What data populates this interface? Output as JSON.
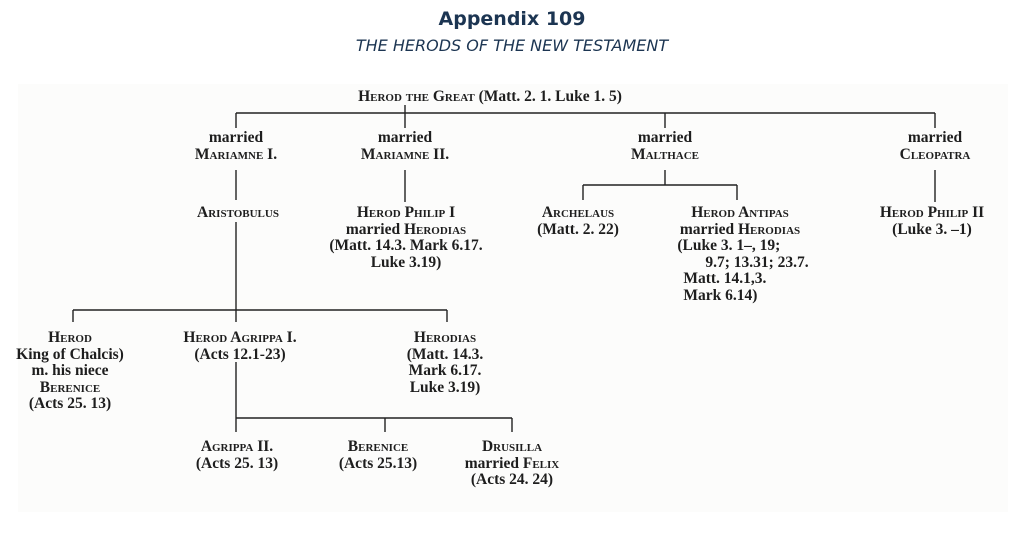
{
  "header": {
    "title": "Appendix 109",
    "subtitle": "THE HERODS OF THE NEW TESTAMENT"
  },
  "tree": {
    "root": {
      "name": "Herod the Great",
      "refs": "(Matt. 2. 1.  Luke 1. 5)"
    },
    "wives": [
      {
        "label": "married",
        "name": "Mariamne I."
      },
      {
        "label": "married",
        "name": "Mariamne II."
      },
      {
        "label": "married",
        "name": "Malthace"
      },
      {
        "label": "married",
        "name": "Cleopatra"
      }
    ],
    "aristobulus": "Aristobulus",
    "philip1": {
      "name": "Herod Philip I",
      "married": "married",
      "spouse": "Herodias",
      "refs1": "(Matt. 14.3.  Mark 6.17.",
      "refs2": "Luke 3.19)"
    },
    "archelaus": {
      "name": "Archelaus",
      "refs": "(Matt. 2. 22)"
    },
    "antipas": {
      "name": "Herod Antipas",
      "married": "married",
      "spouse": "Herodias",
      "refs1": "(Luke 3. 1–, 19;",
      "refs2": "9.7; 13.31; 23.7.",
      "refs3": "Matt. 14.1,3.",
      "refs4": "Mark 6.14)"
    },
    "philip2": {
      "name": "Herod Philip II",
      "refs": "(Luke 3. –1)"
    },
    "chalcis": {
      "name": "Herod",
      "line2": "King of Chalcis)",
      "line3": "m. his niece",
      "spouse": "Berenice",
      "refs": "(Acts 25. 13)"
    },
    "agrippa1": {
      "name": "Herod Agrippa I.",
      "refs": "(Acts 12.1-23)"
    },
    "herodias": {
      "name": "Herodias",
      "refs1": "(Matt. 14.3.",
      "refs2": "Mark 6.17.",
      "refs3": "Luke 3.19)"
    },
    "agrippa2": {
      "name": "Agrippa II.",
      "refs": "(Acts 25. 13)"
    },
    "berenice": {
      "name": "Berenice",
      "refs": "(Acts 25.13)"
    },
    "drusilla": {
      "name": "Drusilla",
      "married": "married",
      "spouse": "Felix",
      "refs": "(Acts 24. 24)"
    }
  }
}
